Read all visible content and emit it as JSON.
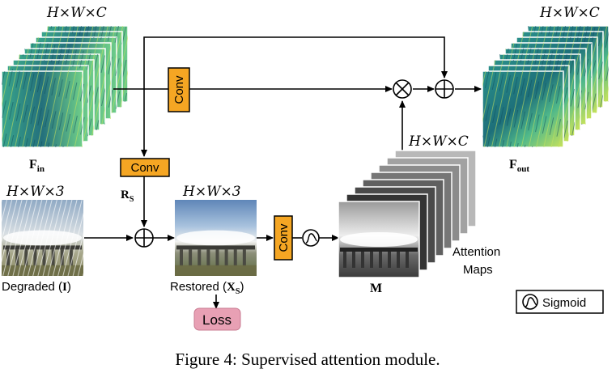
{
  "labels": {
    "dim_fin": "H×W×C",
    "dim_fout": "H×W×C",
    "dim_attn": "H×W×C",
    "dim_degraded": "H×W×3",
    "dim_restored": "H×W×3",
    "fin": "F",
    "fin_sub": "in",
    "fout": "F",
    "fout_sub": "out",
    "rs": "R",
    "rs_sub": "S",
    "m": "M",
    "degraded_prefix": "Degraded (",
    "degraded_var": "I",
    "degraded_suffix": ")",
    "restored_prefix": "Restored (",
    "restored_var": "X",
    "restored_sub": "S",
    "restored_suffix": ")",
    "attention_line1": "Attention",
    "attention_line2": "Maps"
  },
  "blocks": {
    "conv_top": "Conv",
    "conv_left": "Conv",
    "conv_mid": "Conv",
    "loss": "Loss"
  },
  "legend": {
    "sigmoid": "Sigmoid"
  },
  "caption": {
    "figure": "Figure 4:",
    "text": "Supervised attention module."
  },
  "colors": {
    "conv_fill": "#f5a623",
    "loss_fill": "#e8a0b4",
    "feature_dark": "#1d6f7a",
    "feature_light": "#6fcf8a",
    "line": "#000000"
  }
}
